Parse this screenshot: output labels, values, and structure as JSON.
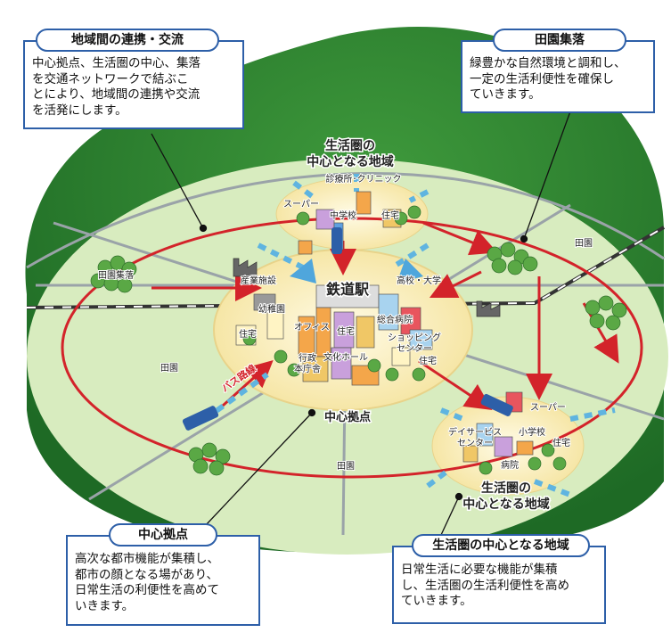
{
  "callouts": {
    "tl": {
      "title": "地域間の連携・交流",
      "body": "中心拠点、生活圏の中心、集落\nを交通ネットワークで結ぶこ\nとにより、地域間の連携や交流\nを活発にします。"
    },
    "tr": {
      "title": "田園集落",
      "body": "緑豊かな自然環境と調和し、\n一定の生活利便性を確保し\nていきます。"
    },
    "bl": {
      "title": "中心拠点",
      "body": "高次な都市機能が集積し、\n都市の顔となる場があり、\n日常生活の利便性を高めて\nいきます。"
    },
    "br": {
      "title": "生活圏の中心となる地域",
      "body": "日常生活に必要な機能が集積\nし、生活圏の生活利便性を高め\nていきます。"
    }
  },
  "map_labels": {
    "top_area_1": "生活圏の",
    "top_area_2": "中心となる地域",
    "clinic": "診療所･クリニック",
    "super_top": "スーパー",
    "junior_high": "中学校",
    "housing_top": "住宅",
    "rural_village_left": "田園集落",
    "industrial": "産業施設",
    "station": "鉄道駅",
    "high_school": "高校・大学",
    "kindergarten": "幼稚園",
    "office": "オフィス",
    "housing_center": "住宅",
    "hospital": "総合病院",
    "housing_left": "住宅",
    "admin": "行政",
    "city_hall": "本庁舎",
    "culture_hall": "文化ホール",
    "shopping_1": "ショッピング",
    "shopping_2": "センター",
    "housing_right": "住宅",
    "bus_route": "バス路線",
    "center_hub": "中心拠点",
    "rural_right": "田園",
    "rural_left": "田園",
    "rural_bottom": "田園",
    "super_br": "スーパー",
    "elementary": "小学校",
    "dayservice_1": "デイサービス",
    "dayservice_2": "センター",
    "housing_br": "住宅",
    "clinic_br": "病院",
    "bottom_area_1": "生活圏の",
    "bottom_area_2": "中心となる地域"
  },
  "colors": {
    "forest_dark": "#2f7d32",
    "field_green": "#cfe7b4",
    "hub_cream": "#fbf1c8",
    "arrow_red": "#d3232a",
    "callout_blue": "#2d5fa8",
    "dash_blue": "#5fb4e0"
  }
}
